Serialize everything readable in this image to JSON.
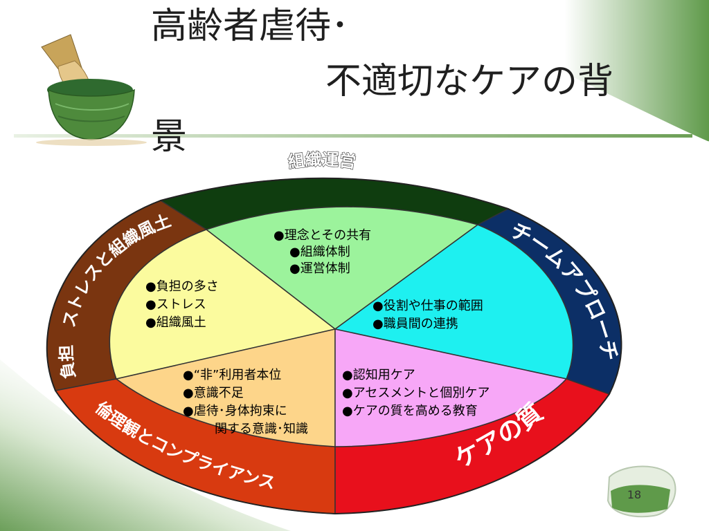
{
  "slide": {
    "title": {
      "line1": "高齢者虐待･",
      "line2": "不適切なケアの背",
      "line3": "景"
    },
    "page_number": "18"
  },
  "wheel": {
    "outer_labels": {
      "top": "組織運営",
      "right": "チームアプローチ",
      "left": "負担　ストレスと組織風土",
      "bottom_left": "倫理観とコンプライアンス",
      "bottom_right": "ケアの質"
    },
    "segments": {
      "top": [
        "●理念とその共有",
        "●組織体制",
        "●運営体制"
      ],
      "left": [
        "●負担の多さ",
        "●ストレス",
        "●組織風土"
      ],
      "right": [
        "●役割や仕事の範囲",
        "●職員間の連携"
      ],
      "bottom_left": [
        "●“非”利用者本位",
        "●意識不足",
        "●虐待･身体拘束に",
        "関する意識･知識"
      ],
      "bottom_right": [
        "●認知用ケア",
        "●アセスメントと個別ケア",
        "●ケアの質を高める教育"
      ]
    },
    "colors": {
      "ring_top": "#0f3d0f",
      "ring_right": "#0c2f66",
      "ring_left": "#7a3510",
      "ring_bottom_left": "#d83a10",
      "ring_bottom_right": "#e8101c",
      "inner_top": "#9cf39c",
      "inner_right": "#1ef0f0",
      "inner_left": "#fbfb9e",
      "inner_bottom_left": "#fdd58a",
      "inner_bottom_right": "#f7a7f7"
    }
  }
}
